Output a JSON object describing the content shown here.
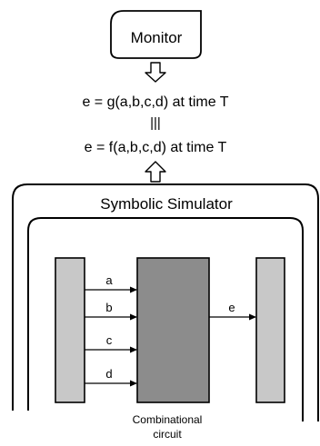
{
  "monitor": {
    "label": "Monitor"
  },
  "equations": {
    "top": "e = g(a,b,c,d) at time T",
    "equivalence": "|||",
    "bottom": "e = f(a,b,c,d) at time T"
  },
  "simulator": {
    "label": "Symbolic Simulator"
  },
  "circuit": {
    "inputs": [
      "a",
      "b",
      "c",
      "d"
    ],
    "output": "e",
    "caption_line1": "Combinational",
    "caption_line2": "circuit"
  },
  "colors": {
    "input_bar": "#c8c8c8",
    "output_bar": "#c8c8c8",
    "circuit_block": "#8c8c8c",
    "stroke": "#000000"
  }
}
